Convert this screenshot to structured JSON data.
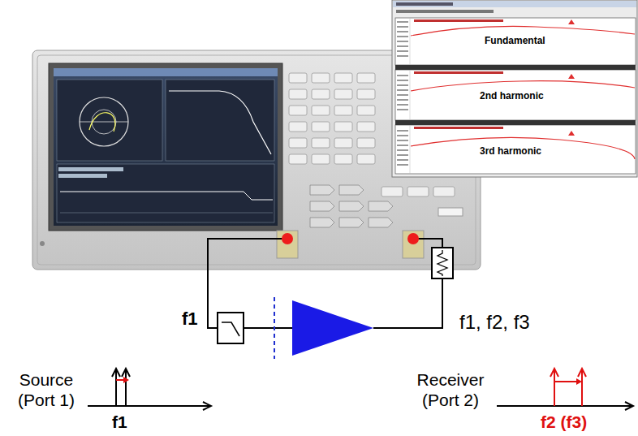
{
  "diagram": {
    "nodes": [
      {
        "text": [
          "Fundamental"
        ]
      },
      {
        "text": [
          "2nd harmonic"
        ]
      },
      {
        "text": [
          "3rd harmonic"
        ]
      }
    ],
    "labels": [
      "f1",
      "f1, f2, f3",
      "Source (Port 1)",
      "f1",
      "Receiver (Port 2)",
      "f2 (f3)"
    ]
  }
}
